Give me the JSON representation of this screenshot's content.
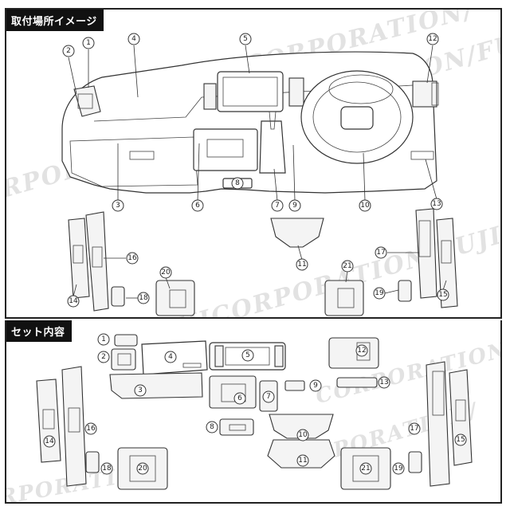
{
  "sections": {
    "install_label": "取付場所イメージ",
    "set_label": "セット内容"
  },
  "watermark": "FUJICORPORATION",
  "watermark_lines": [
    "/FUJICORPORATION/",
    "RPORATION/FUJICORPORATION/FUJICO",
    "ORPORATION/",
    "/FUJICORPORATION/FUJICORPORATION/",
    "RPORATION/",
    "CORPORATION/FUJICORPORATION/"
  ],
  "install_callouts": [
    "1",
    "2",
    "3",
    "4",
    "5",
    "6",
    "7",
    "8",
    "9",
    "10",
    "11",
    "12",
    "13",
    "14",
    "15",
    "16",
    "17",
    "18",
    "19",
    "20",
    "21"
  ],
  "set_callouts": [
    "1",
    "2",
    "3",
    "4",
    "5",
    "6",
    "7",
    "8",
    "9",
    "10",
    "11",
    "12",
    "13",
    "14",
    "15",
    "16",
    "17",
    "18",
    "19",
    "20",
    "21"
  ]
}
